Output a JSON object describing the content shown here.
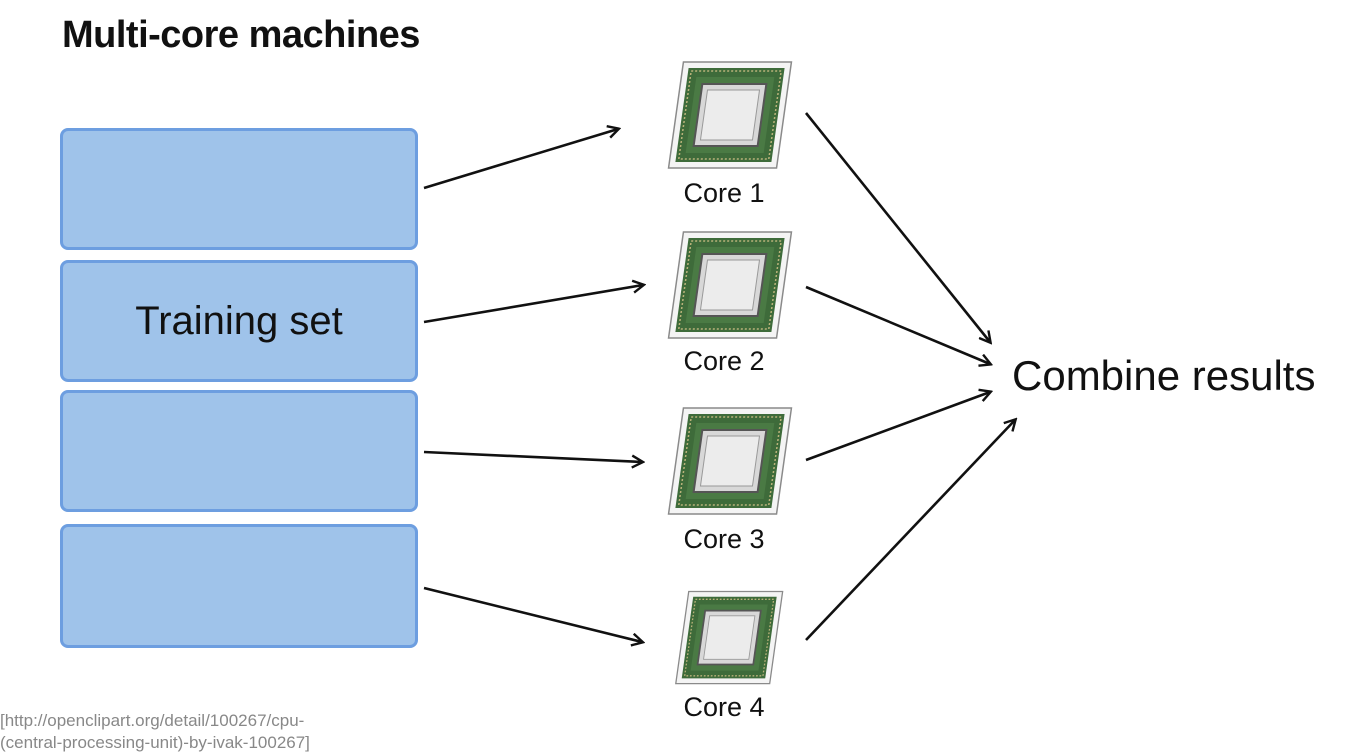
{
  "title": "Multi-core machines",
  "training_set": {
    "label": "Training set"
  },
  "cores": [
    {
      "label": "Core 1"
    },
    {
      "label": "Core 2"
    },
    {
      "label": "Core 3"
    },
    {
      "label": "Core 4"
    }
  ],
  "combine": {
    "label": "Combine results"
  },
  "credit": {
    "line1": "[http://openclipart.org/detail/100267/cpu-",
    "line2": "(central-processing-unit)-by-ivak-100267]"
  },
  "colors": {
    "block_fill": "#9fc3ea",
    "block_border": "#6d9ee0",
    "chip_green": "#3e6b3a"
  },
  "icons": {
    "cpu": "cpu-chip-icon"
  }
}
